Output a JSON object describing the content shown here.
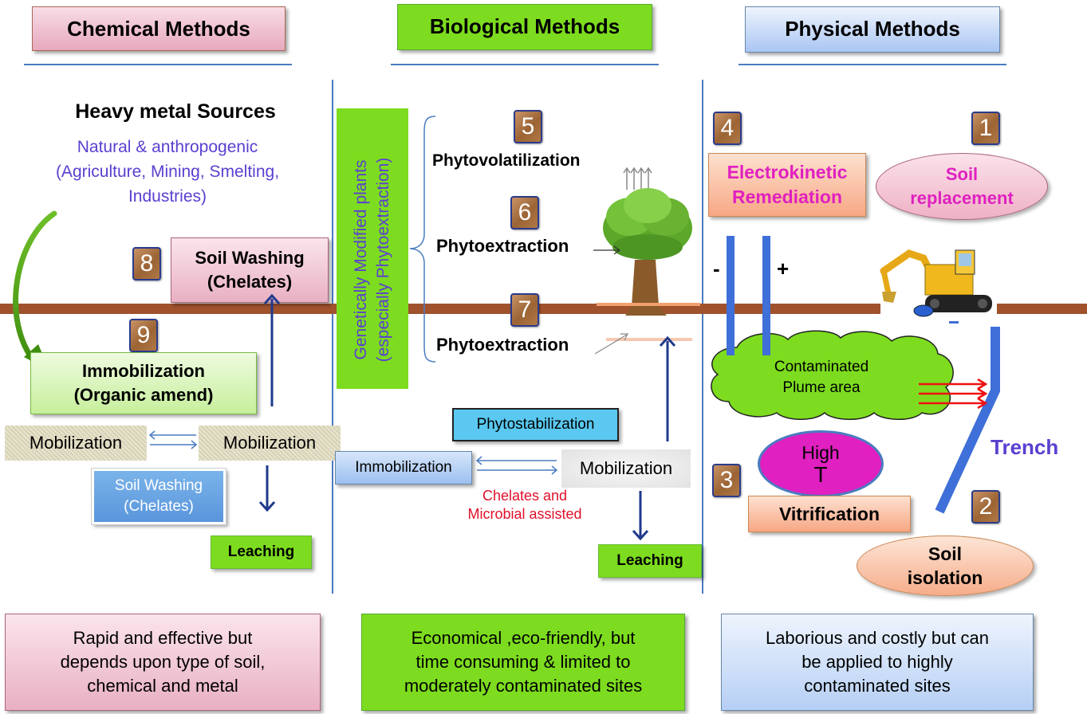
{
  "headers": {
    "chemical": "Chemical Methods",
    "biological": "Biological Methods",
    "physical": "Physical Methods"
  },
  "chemical": {
    "sources_title": "Heavy metal Sources",
    "sources_line1": "Natural & anthropogenic",
    "sources_line2": "(Agriculture, Mining, Smelting,",
    "sources_line3": "Industries)",
    "num8": "8",
    "num9": "9",
    "soil_washing_line1": "Soil Washing",
    "soil_washing_line2": "(Chelates)",
    "immobilization_line1": "Immobilization",
    "immobilization_line2": "(Organic amend)",
    "mobilization_left": "Mobilization",
    "mobilization_right": "Mobilization",
    "soil_washing_small_line1": "Soil Washing",
    "soil_washing_small_line2": "(Chelates)",
    "leaching": "Leaching",
    "summary_line1": "Rapid and effective but",
    "summary_line2": "depends upon type of soil,",
    "summary_line3": "chemical and metal"
  },
  "biological": {
    "gm_line1": "Genetically Modified plants",
    "gm_line2": "(especially Phytoextraction)",
    "num5": "5",
    "num6": "6",
    "num7": "7",
    "phytovolatilization": "Phytovolatilization",
    "phytoextraction_1": "Phytoextraction",
    "phytoextraction_2": "Phytoextraction",
    "phytostabilization": "Phytostabilization",
    "immobilization": "Immobilization",
    "mobilization": "Mobilization",
    "chelates_line1": "Chelates and",
    "chelates_line2": "Microbial assisted",
    "leaching": "Leaching",
    "summary_line1": "Economical ,eco-friendly, but",
    "summary_line2": "time consuming & limited to",
    "summary_line3": "moderately contaminated sites"
  },
  "physical": {
    "num4": "4",
    "num1": "1",
    "num3": "3",
    "num2": "2",
    "electrokinetic_line1": "Electrokinetic",
    "electrokinetic_line2": "Remediation",
    "soil_replacement_line1": "Soil",
    "soil_replacement_line2": "replacement",
    "minus": "-",
    "plus": "+",
    "plume_line1": "Contaminated",
    "plume_line2": "Plume area",
    "high_line1": "High",
    "high_line2": "T",
    "vitrification": "Vitrification",
    "trench": "Trench",
    "soil_isolation_line1": "Soil",
    "soil_isolation_line2": "isolation",
    "summary_line1": "Laborious and costly but can",
    "summary_line2": "be applied to highly",
    "summary_line3": "contaminated sites"
  },
  "colors": {
    "ground": "#a0522d",
    "purple_text": "#5b3fd0",
    "magenta_text": "#e020c0",
    "red_text": "#e0102a",
    "arrow_blue": "#1f3a8c",
    "bar_blue": "#3f6fd8"
  }
}
